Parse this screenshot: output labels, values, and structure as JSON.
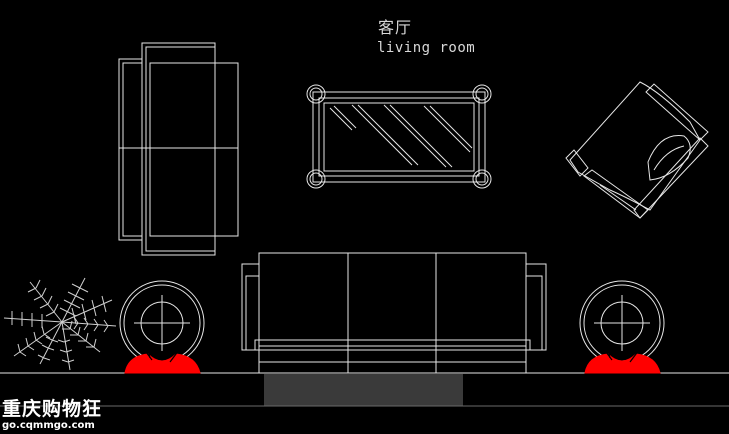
{
  "labels": {
    "title_cn": "客厅",
    "title_en": "living room"
  },
  "watermark": {
    "name": "重庆购物狂",
    "url": "go.cqmmgo.com"
  },
  "colors": {
    "background": "#000000",
    "line": "#e6e6e6",
    "accent": "#ff0000",
    "rug": "#3a3a3a"
  }
}
